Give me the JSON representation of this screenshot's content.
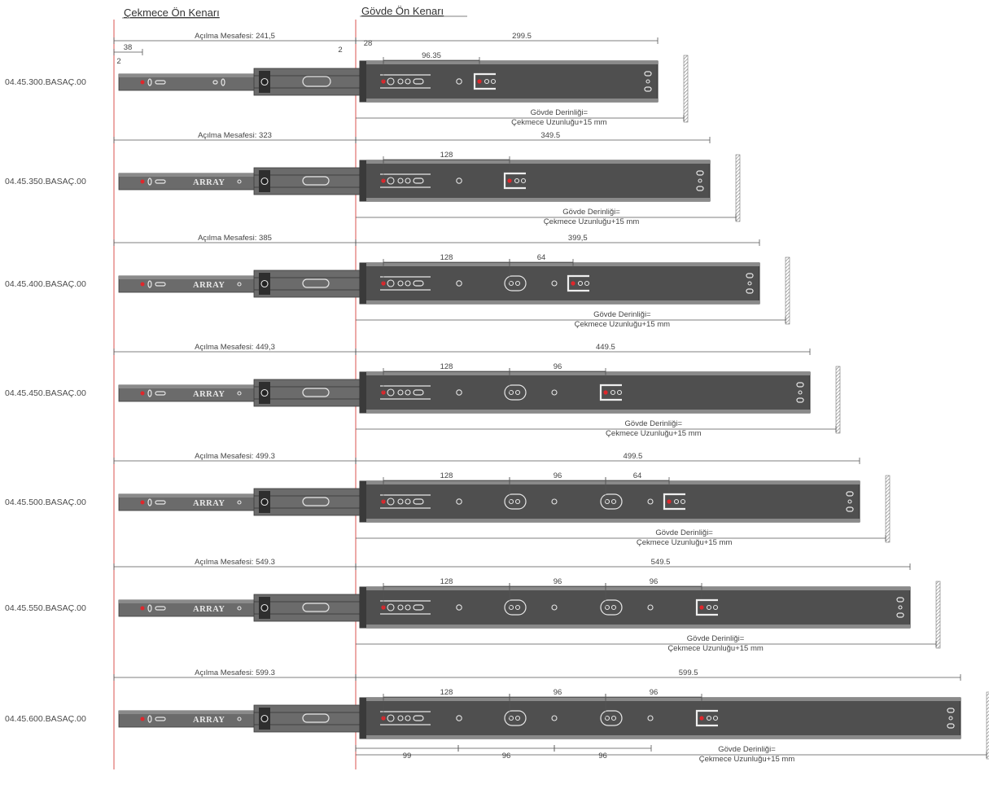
{
  "headers": {
    "drawer_front_edge": "Çekmece Ön Kenarı",
    "body_front_edge": "Gövde Ön Kenarı"
  },
  "brand": "ARRAY",
  "note_line1": "Gövde Derinliği=",
  "note_line2": "Çekmece Uzunluğu+15 mm",
  "colors": {
    "rail_dark": "#4f4f4f",
    "rail_mid": "#6b6b6b",
    "rail_light": "#8a8a8a",
    "marker_red": "#e0262b",
    "guide_line": "#d9534f",
    "dim_line": "#555555",
    "wall_hatch": "#777777"
  },
  "rows": [
    {
      "code": "04.45.300.BASAÇ.00",
      "opening": "Açılma Mesafesi: 241,5",
      "length": "299.5",
      "spacings": [
        "96.35"
      ],
      "small_dims": [
        "38",
        "2",
        "2",
        "28"
      ]
    },
    {
      "code": "04.45.350.BASAÇ.00",
      "opening": "Açılma Mesafesi: 323",
      "length": "349.5",
      "spacings": [
        "128"
      ],
      "small_dims": []
    },
    {
      "code": "04.45.400.BASAÇ.00",
      "opening": "Açılma Mesafesi: 385",
      "length": "399,5",
      "spacings": [
        "128",
        "64"
      ],
      "small_dims": []
    },
    {
      "code": "04.45.450.BASAÇ.00",
      "opening": "Açılma Mesafesi: 449,3",
      "length": "449.5",
      "spacings": [
        "128",
        "96"
      ],
      "small_dims": []
    },
    {
      "code": "04.45.500.BASAÇ.00",
      "opening": "Açılma Mesafesi: 499.3",
      "length": "499.5",
      "spacings": [
        "128",
        "96",
        "64"
      ],
      "small_dims": []
    },
    {
      "code": "04.45.550.BASAÇ.00",
      "opening": "Açılma Mesafesi: 549.3",
      "length": "549.5",
      "spacings": [
        "128",
        "96",
        "96"
      ],
      "small_dims": []
    },
    {
      "code": "04.45.600.BASAÇ.00",
      "opening": "Açılma Mesafesi: 599.3",
      "length": "599.5",
      "spacings": [
        "128",
        "96",
        "96"
      ],
      "small_dims": [],
      "bottom_dims": [
        "99",
        "96",
        "96"
      ]
    }
  ]
}
